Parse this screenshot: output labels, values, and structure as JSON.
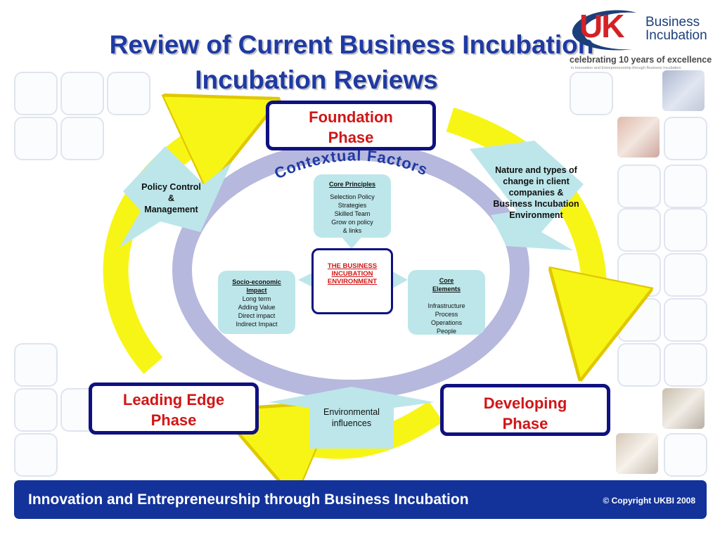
{
  "title": {
    "line1": "Review of Current Business Incubation",
    "line2": "Incubation Reviews"
  },
  "logo": {
    "uk": "UK",
    "business": "Business",
    "incubation": "Incubation",
    "tagline": "celebrating 10 years of excellence",
    "subline": "in Innovation and Entrepreneurship through Business Incubation"
  },
  "phases": {
    "foundation": {
      "line1": "Foundation",
      "line2": "Phase"
    },
    "leading": {
      "line1": "Leading Edge",
      "line2": "Phase"
    },
    "developing": {
      "line1": "Developing",
      "line2": "Phase"
    }
  },
  "contextual_factors": "Contextual Factors",
  "influences": {
    "policy": {
      "line1": "Policy Control",
      "line2": "&",
      "line3": "Management"
    },
    "nature": {
      "line1": "Nature and types of",
      "line2": "change in client",
      "line3": "companies &",
      "line4": "Business Incubation",
      "line5": "Environment"
    },
    "environmental": {
      "line1": "Environmental",
      "line2": "influences"
    }
  },
  "core_principles": {
    "heading": "Core Principles",
    "items": [
      "Selection Policy",
      "Strategies",
      "Skilled Team",
      "Grow on policy",
      "& links"
    ]
  },
  "socio_economic": {
    "heading1": "Socio-economic",
    "heading2": "Impact",
    "items": [
      "Long term",
      "Adding Value",
      "Direct impact",
      "Indirect Impact"
    ]
  },
  "core_elements": {
    "heading1": "Core",
    "heading2": "Elements",
    "items": [
      "Infrastructure",
      "Process",
      "Operations",
      "People"
    ]
  },
  "center": {
    "line1": "THE BUSINESS",
    "line2": "INCUBATION",
    "line3": "ENVIRONMENT"
  },
  "footer": {
    "text": "Innovation and Entrepreneurship through Business Incubation",
    "copyright": "© Copyright UKBI 2008"
  },
  "colors": {
    "navy": "#0f1180",
    "red": "#d01616",
    "yellow": "#f7f516",
    "lavender": "#b7b8dd",
    "lightblue": "#bce6ea",
    "title_blue": "#1f3aa3",
    "footer_blue": "#13339a"
  }
}
